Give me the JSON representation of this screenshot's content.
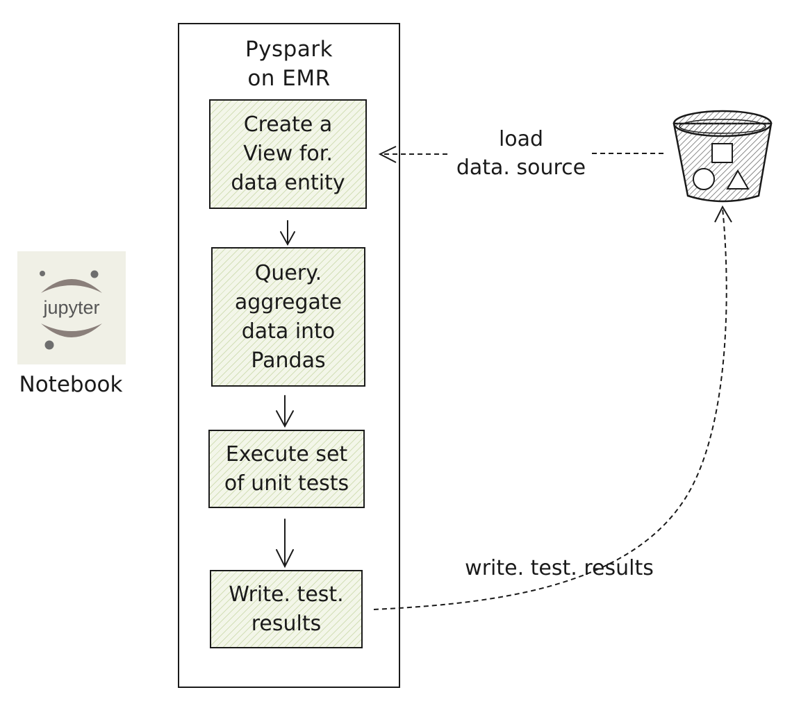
{
  "notebook": {
    "logo_text": "jupyter",
    "label": "Notebook"
  },
  "container": {
    "title_line1": "Pyspark",
    "title_line2": "on EMR"
  },
  "steps": [
    {
      "lines": [
        "Create a",
        "View for.",
        "data entity"
      ]
    },
    {
      "lines": [
        "Query.",
        "aggregate",
        "data into",
        "Pandas"
      ]
    },
    {
      "lines": [
        "Execute set",
        "of unit tests"
      ]
    },
    {
      "lines": [
        "Write. test.",
        "results"
      ]
    }
  ],
  "edges": {
    "load_line1": "load",
    "load_line2": "data. source",
    "write_results": "write. test. results"
  },
  "colors": {
    "ink": "#1a1a1a",
    "step_fill": "#f3f6e9",
    "jupyter_orange": "#8a7f7a"
  }
}
